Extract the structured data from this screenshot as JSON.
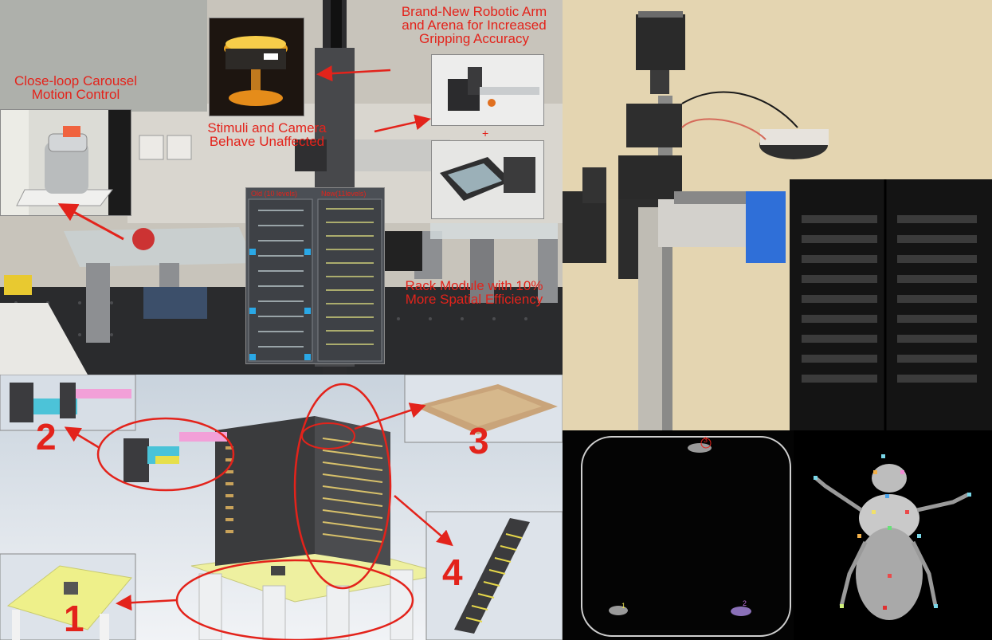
{
  "top_left": {
    "carousel_label_line1": "Close-loop Carousel",
    "carousel_label_line2": "Motion Control",
    "robotic_label_line1": "Brand-New Robotic Arm",
    "robotic_label_line2": "and Arena for Increased",
    "robotic_label_line3": "Gripping Accuracy",
    "stimuli_label_line1": "Stimuli and Camera",
    "stimuli_label_line2": "Behave Unaffected",
    "rack_label_line1": "Rack Module with 10%",
    "rack_label_line2": "More Spatial Efficiency",
    "plus_sign": "+",
    "rack_old_label": "Old (10 levels)",
    "rack_new_label": "New(11levels)"
  },
  "bottom_left": {
    "callout_1": "1",
    "callout_2": "2",
    "callout_3": "3",
    "callout_4": "4"
  },
  "bottom_mid": {
    "fly_id_1": "1",
    "fly_id_2": "2",
    "fly_id_3": "3"
  },
  "colors": {
    "annotation_red": "#e3231b",
    "arena_bg": "#000000",
    "cad_bg": "#dfe6ee"
  }
}
